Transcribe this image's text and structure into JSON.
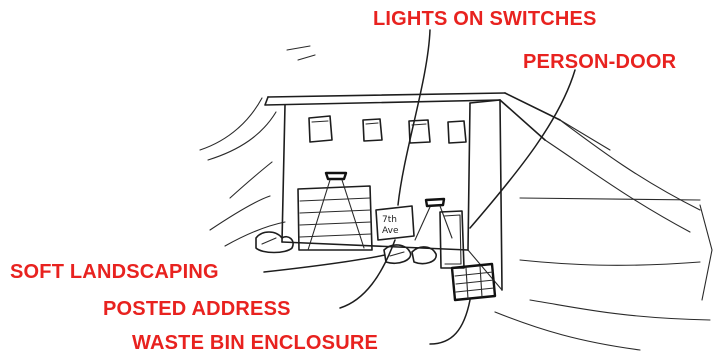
{
  "labels": {
    "lights_on_switches": "LIGHTS ON SWITCHES",
    "person_door": "PERSON-DOOR",
    "soft_landscaping": "SOFT LANDSCAPING",
    "posted_address": "POSTED ADDRESS",
    "waste_bin_enclosure": "WASTE BIN ENCLOSURE"
  },
  "colors": {
    "label": "#e8221f",
    "ink": "#1d1d1d",
    "background": "#ffffff"
  }
}
